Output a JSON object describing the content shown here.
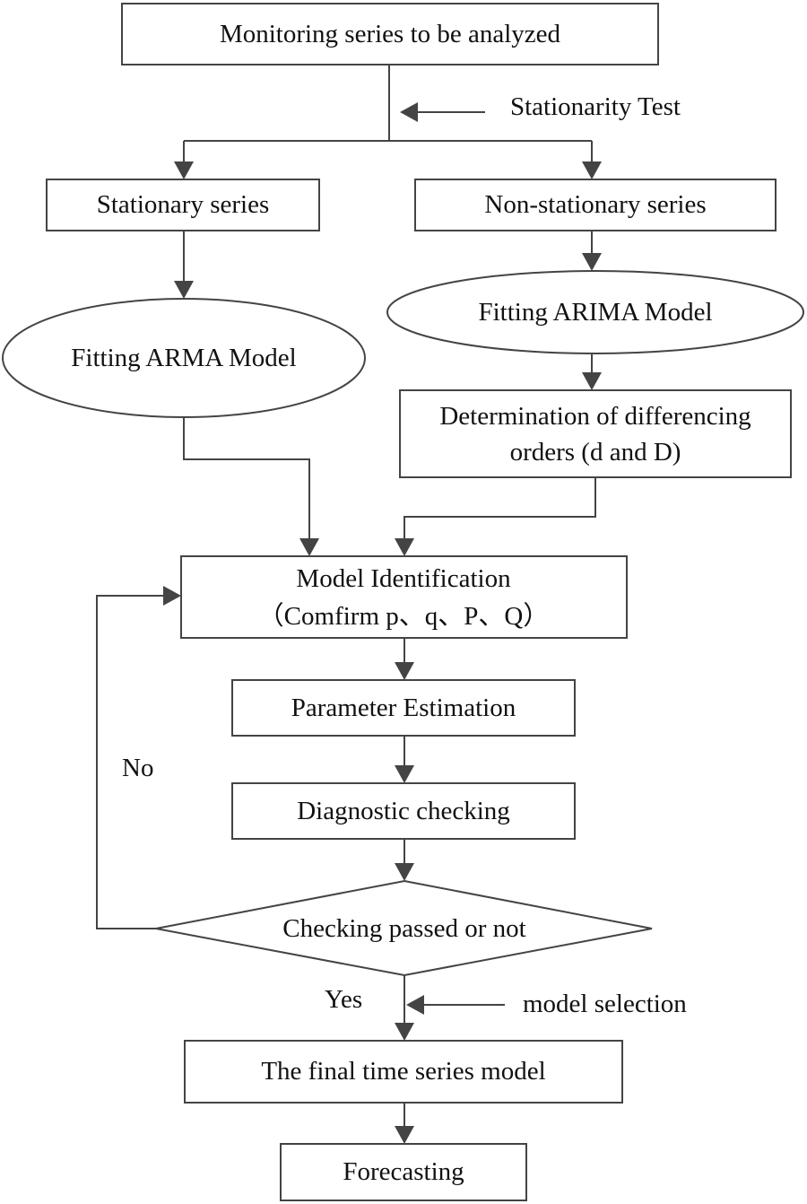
{
  "nodes": {
    "monitoring": "Monitoring series to be analyzed",
    "stationary": "Stationary series",
    "nonstationary": "Non-stationary series",
    "fit_arma": "Fitting ARMA Model",
    "fit_arima": "Fitting ARIMA Model",
    "differencing_line1": "Determination of differencing",
    "differencing_line2": "orders (d and D)",
    "identification_line1": "Model Identification",
    "identification_line2": "（Comfirm p、q、P、Q）",
    "estimation": "Parameter Estimation",
    "diagnostic": "Diagnostic checking",
    "decision": "Checking passed or not",
    "final_model": "The final time series model",
    "forecasting": "Forecasting"
  },
  "annotations": {
    "stationarity_test": "Stationarity Test",
    "model_selection": "model selection",
    "no": "No",
    "yes": "Yes"
  },
  "colors": {
    "stroke": "#444444",
    "text": "#111111",
    "background": "#ffffff"
  }
}
